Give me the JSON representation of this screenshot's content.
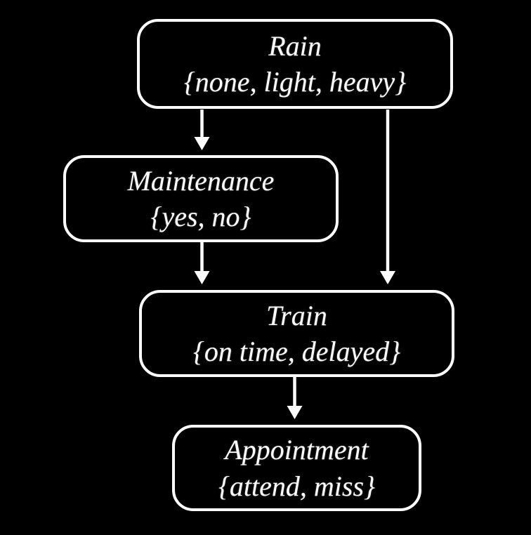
{
  "diagram": {
    "type": "bayesian-network",
    "background_color": "#000000",
    "node_border_color": "#ffffff",
    "text_color": "#ffffff",
    "arrow_color": "#ffffff",
    "nodes": [
      {
        "id": "rain",
        "label": "Rain",
        "domain": "{none, light, heavy}"
      },
      {
        "id": "maintenance",
        "label": "Maintenance",
        "domain": "{yes, no}"
      },
      {
        "id": "train",
        "label": "Train",
        "domain": "{on time, delayed}"
      },
      {
        "id": "appointment",
        "label": "Appointment",
        "domain": "{attend, miss}"
      }
    ],
    "edges": [
      {
        "from": "rain",
        "to": "maintenance"
      },
      {
        "from": "rain",
        "to": "train"
      },
      {
        "from": "maintenance",
        "to": "train"
      },
      {
        "from": "train",
        "to": "appointment"
      }
    ]
  }
}
